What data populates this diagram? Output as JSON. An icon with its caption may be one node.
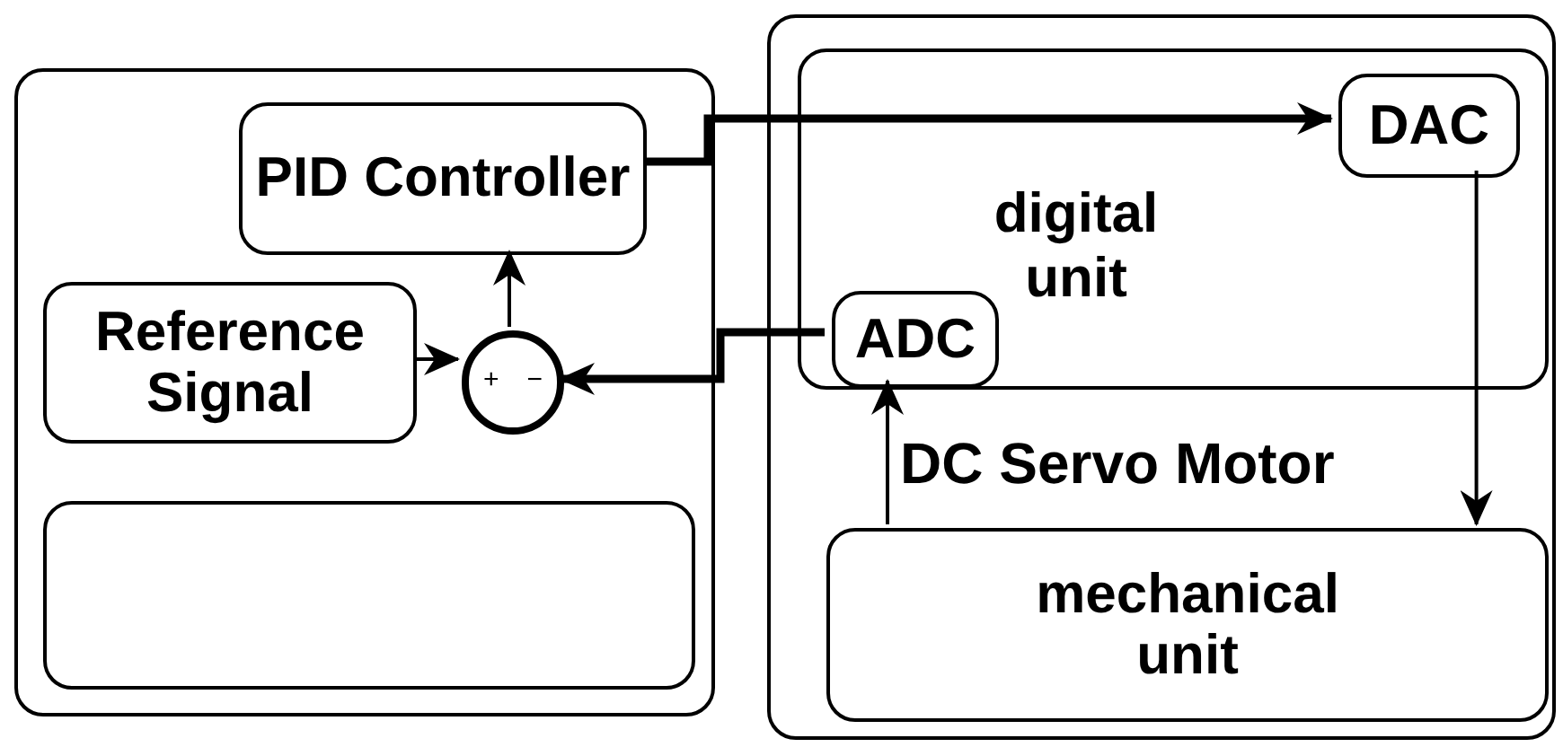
{
  "diagram": {
    "nodes": [
      {
        "text": [],
        "shape": "box"
      },
      {
        "text": [
          "PID Controller"
        ],
        "in": 0
      },
      {
        "text": [
          "Reference Signal"
        ],
        "in": 0
      },
      {
        "text": [
          "+",
          "−"
        ],
        "in": 0
      },
      {
        "text": [],
        "shape": "box",
        "in": 0
      },
      {
        "text": [
          "DC Servo Motor"
        ]
      },
      {
        "text": [
          "digital unit"
        ],
        "in": 5
      },
      {
        "text": [
          "DAC"
        ],
        "in": 6
      },
      {
        "text": [
          "ADC"
        ],
        "in": 6
      },
      {
        "text": [
          "mechanical unit"
        ],
        "in": 5
      }
    ],
    "edges": [
      {
        "from": 1,
        "to": 7,
        "arrow": "to",
        "style": "thick"
      },
      {
        "from": 7,
        "to": 9,
        "arrow": "to"
      },
      {
        "from": 9,
        "to": 8,
        "arrow": "to"
      },
      {
        "from": 8,
        "to": 3,
        "arrow": "to",
        "style": "thick"
      },
      {
        "from": 2,
        "to": 3,
        "arrow": "to"
      },
      {
        "from": 3,
        "to": 1,
        "arrow": "to"
      }
    ]
  }
}
